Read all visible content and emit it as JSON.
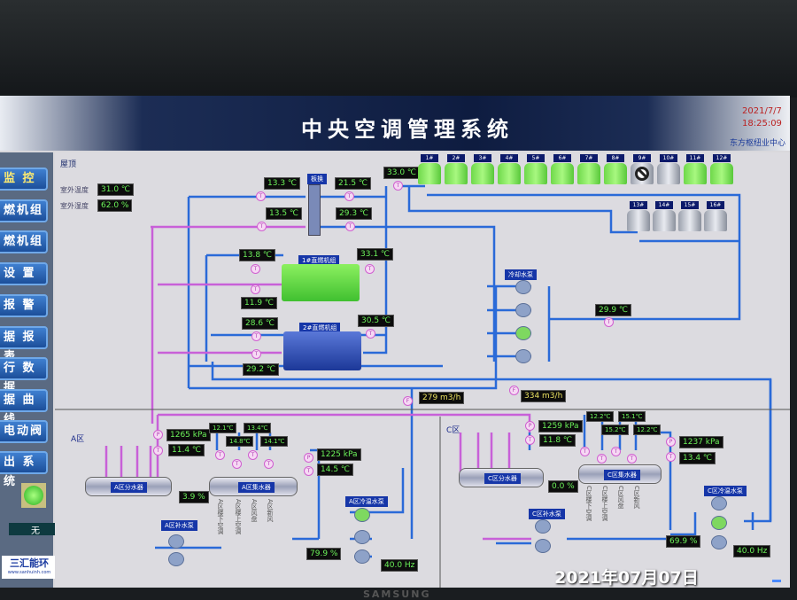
{
  "header": {
    "title": "中央空调管理系统",
    "date": "2021/7/7",
    "time": "18:25:09",
    "org": "东方枢纽业中心"
  },
  "sidebar": {
    "items": [
      {
        "label": "监 控"
      },
      {
        "label": "燃机组"
      },
      {
        "label": "燃机组"
      },
      {
        "label": "设 置"
      },
      {
        "label": "报 警"
      },
      {
        "label": "据 报 表"
      },
      {
        "label": "行 数 据"
      },
      {
        "label": "据 曲 线"
      },
      {
        "label": "电动阀"
      },
      {
        "label": "出 系 统"
      }
    ],
    "status_value": "无",
    "logo": "三汇能环",
    "logo_url": "www.sanhuinh.com"
  },
  "roof": {
    "title": "屋顶",
    "outdoor_temp_label": "室外温度",
    "outdoor_temp": "31.0 ℃",
    "outdoor_hum_label": "室外湿度",
    "outdoor_hum": "62.0 %"
  },
  "plate_hx": {
    "label": "板换",
    "t_in_top": "13.3 ℃",
    "t_out_top": "21.5 ℃",
    "t_in_bot": "13.5 ℃",
    "t_out_bot": "29.3 ℃"
  },
  "chiller1": {
    "label": "1#直燃机组",
    "t1": "13.8 ℃",
    "t2": "11.9 ℃",
    "t3": "33.1 ℃"
  },
  "chiller2": {
    "label": "2#直燃机组",
    "t1": "28.6 ℃",
    "t2": "29.2 ℃",
    "t3": "30.5 ℃"
  },
  "cooling": {
    "supply_temp": "33.0 ℃",
    "return_temp": "29.9 ℃",
    "pump_label": "冷却水泵",
    "towers": [
      {
        "id": "1#",
        "state": "on"
      },
      {
        "id": "2#",
        "state": "on"
      },
      {
        "id": "3#",
        "state": "on"
      },
      {
        "id": "4#",
        "state": "on"
      },
      {
        "id": "5#",
        "state": "on"
      },
      {
        "id": "6#",
        "state": "on"
      },
      {
        "id": "7#",
        "state": "on"
      },
      {
        "id": "8#",
        "state": "on"
      },
      {
        "id": "9#",
        "state": "disabled"
      },
      {
        "id": "10#",
        "state": "off"
      },
      {
        "id": "11#",
        "state": "on"
      },
      {
        "id": "12#",
        "state": "on"
      },
      {
        "id": "13#",
        "state": "off"
      },
      {
        "id": "14#",
        "state": "off"
      },
      {
        "id": "15#",
        "state": "off"
      },
      {
        "id": "16#",
        "state": "off"
      }
    ]
  },
  "flows": {
    "a": "279 m3/h",
    "c": "334 m3/h"
  },
  "zone_a": {
    "title": "A区",
    "supply_p": "1265 kPa",
    "supply_t": "11.4 ℃",
    "valve": "3.9 %",
    "return_p": "1225 kPa",
    "return_t": "14.5 ℃",
    "branch_temps": [
      "12.1℃",
      "14.8℃",
      "13.4℃",
      "14.1℃"
    ],
    "dist_label": "A区分水器",
    "coll_label": "A区集水器",
    "makeup_label": "A区补水泵",
    "pump_label": "A区冷温水泵",
    "pump_valve": "79.9 %",
    "freq": "40.0 Hz",
    "branches": [
      "A区楼下空调",
      "A区楼上空调",
      "A区风盘",
      "A区新风"
    ]
  },
  "zone_c": {
    "title": "C区",
    "supply_p": "1259 kPa",
    "supply_t": "11.8 ℃",
    "valve": "0.0 %",
    "return_p": "1237 kPa",
    "return_t": "13.4 ℃",
    "branch_temps": [
      "12.2℃",
      "15.2℃",
      "15.1℃",
      "12.2℃"
    ],
    "dist_label": "C区分水器",
    "coll_label": "C区集水器",
    "makeup_label": "C区补水泵",
    "pump_label": "C区冷温水泵",
    "pump_valve": "69.9 %",
    "freq": "40.0 Hz",
    "branches": [
      "C区楼下空调",
      "C区楼上空调",
      "C区风盘",
      "C区新风"
    ]
  },
  "overlay": {
    "photo_date": "2021年07月07日",
    "monitor_brand": "SAMSUNG"
  }
}
